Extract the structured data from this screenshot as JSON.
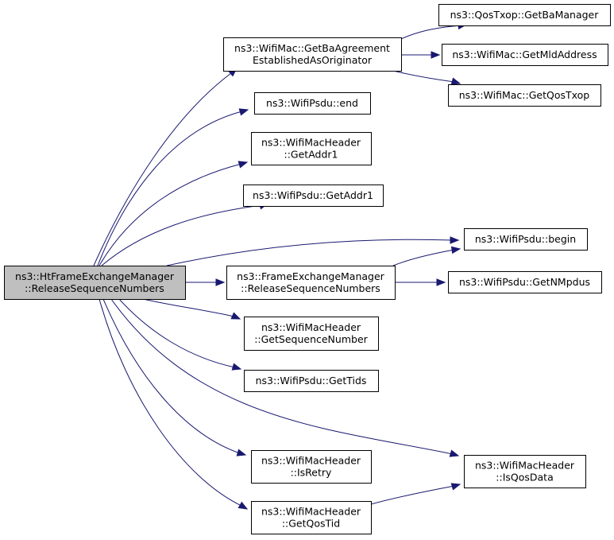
{
  "diagram": {
    "type": "call-graph",
    "colors": {
      "edge": "#191970",
      "root_fill": "#bfbfbf",
      "node_fill": "#ffffff",
      "border": "#000000"
    },
    "nodes": [
      {
        "id": "root",
        "lines": [
          "ns3::HtFrameExchangeManager",
          "::ReleaseSequenceNumbers"
        ],
        "highlighted": true
      },
      {
        "id": "getbaagreement",
        "lines": [
          "ns3::WifiMac::GetBaAgreement",
          "EstablishedAsOriginator"
        ]
      },
      {
        "id": "getbamanager",
        "lines": [
          "ns3::QosTxop::GetBaManager"
        ]
      },
      {
        "id": "getmldaddress",
        "lines": [
          "ns3::WifiMac::GetMldAddress"
        ]
      },
      {
        "id": "getqostxop",
        "lines": [
          "ns3::WifiMac::GetQosTxop"
        ]
      },
      {
        "id": "psduend",
        "lines": [
          "ns3::WifiPsdu::end"
        ]
      },
      {
        "id": "hdrgetaddr1",
        "lines": [
          "ns3::WifiMacHeader",
          "::GetAddr1"
        ]
      },
      {
        "id": "psdugetaddr1",
        "lines": [
          "ns3::WifiPsdu::GetAddr1"
        ]
      },
      {
        "id": "psdubegin",
        "lines": [
          "ns3::WifiPsdu::begin"
        ]
      },
      {
        "id": "femrelease",
        "lines": [
          "ns3::FrameExchangeManager",
          "::ReleaseSequenceNumbers"
        ]
      },
      {
        "id": "getnmpdus",
        "lines": [
          "ns3::WifiPsdu::GetNMpdus"
        ]
      },
      {
        "id": "getseqnum",
        "lines": [
          "ns3::WifiMacHeader",
          "::GetSequenceNumber"
        ]
      },
      {
        "id": "gettids",
        "lines": [
          "ns3::WifiPsdu::GetTids"
        ]
      },
      {
        "id": "isretry",
        "lines": [
          "ns3::WifiMacHeader",
          "::IsRetry"
        ]
      },
      {
        "id": "isqosdata",
        "lines": [
          "ns3::WifiMacHeader",
          "::IsQosData"
        ]
      },
      {
        "id": "getqostid",
        "lines": [
          "ns3::WifiMacHeader",
          "::GetQosTid"
        ]
      }
    ],
    "edges": [
      {
        "from": "root",
        "to": "getbaagreement"
      },
      {
        "from": "root",
        "to": "psduend"
      },
      {
        "from": "root",
        "to": "hdrgetaddr1"
      },
      {
        "from": "root",
        "to": "psdugetaddr1"
      },
      {
        "from": "root",
        "to": "psdubegin"
      },
      {
        "from": "root",
        "to": "femrelease"
      },
      {
        "from": "root",
        "to": "getseqnum"
      },
      {
        "from": "root",
        "to": "gettids"
      },
      {
        "from": "root",
        "to": "isretry"
      },
      {
        "from": "root",
        "to": "isqosdata"
      },
      {
        "from": "root",
        "to": "getqostid"
      },
      {
        "from": "getbaagreement",
        "to": "getbamanager"
      },
      {
        "from": "getbaagreement",
        "to": "getmldaddress"
      },
      {
        "from": "getbaagreement",
        "to": "getqostxop"
      },
      {
        "from": "femrelease",
        "to": "psdubegin"
      },
      {
        "from": "femrelease",
        "to": "getnmpdus"
      },
      {
        "from": "getqostid",
        "to": "isqosdata"
      }
    ]
  }
}
